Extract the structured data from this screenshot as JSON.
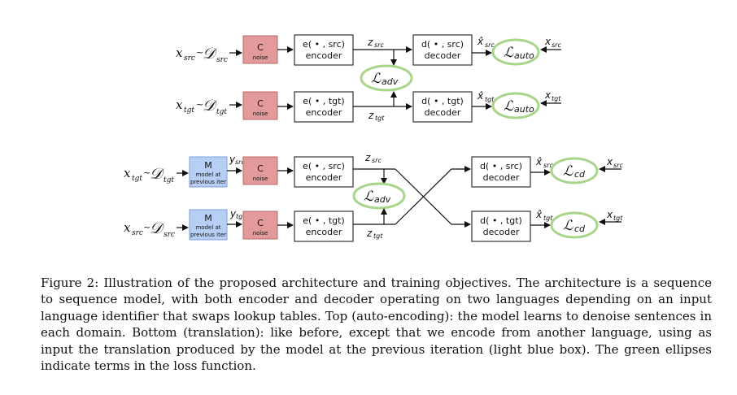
{
  "labels": {
    "noise_title": "C",
    "noise_sub": "noise",
    "model_title": "M",
    "model_line1": "model at",
    "model_line2": "previous iter",
    "enc_src": "e( • , src)",
    "enc_tgt": "e( • , tgt)",
    "dec_src": "d( • , src)",
    "dec_tgt": "d( • , tgt)",
    "encoder": "encoder",
    "decoder": "decoder",
    "x": "x",
    "xhat": "x̂",
    "y": "y",
    "z": "z",
    "src": "src",
    "tgt": "tgt",
    "sim": "~",
    "D": "𝒟",
    "L": "ℒ",
    "auto": "auto",
    "adv": "adv",
    "cd": "cd"
  },
  "caption": "Figure 2: Illustration of the proposed architecture and training objectives. The architecture is a sequence to sequence model, with both encoder and decoder operating on two languages depending on an input language identifier that swaps lookup tables. Top (auto-encoding): the model learns to denoise sentences in each domain. Bottom (translation): like before, except that we encode from another language, using as input the translation produced by the model at the previous iteration (light blue box). The green ellipses indicate terms in the loss function."
}
